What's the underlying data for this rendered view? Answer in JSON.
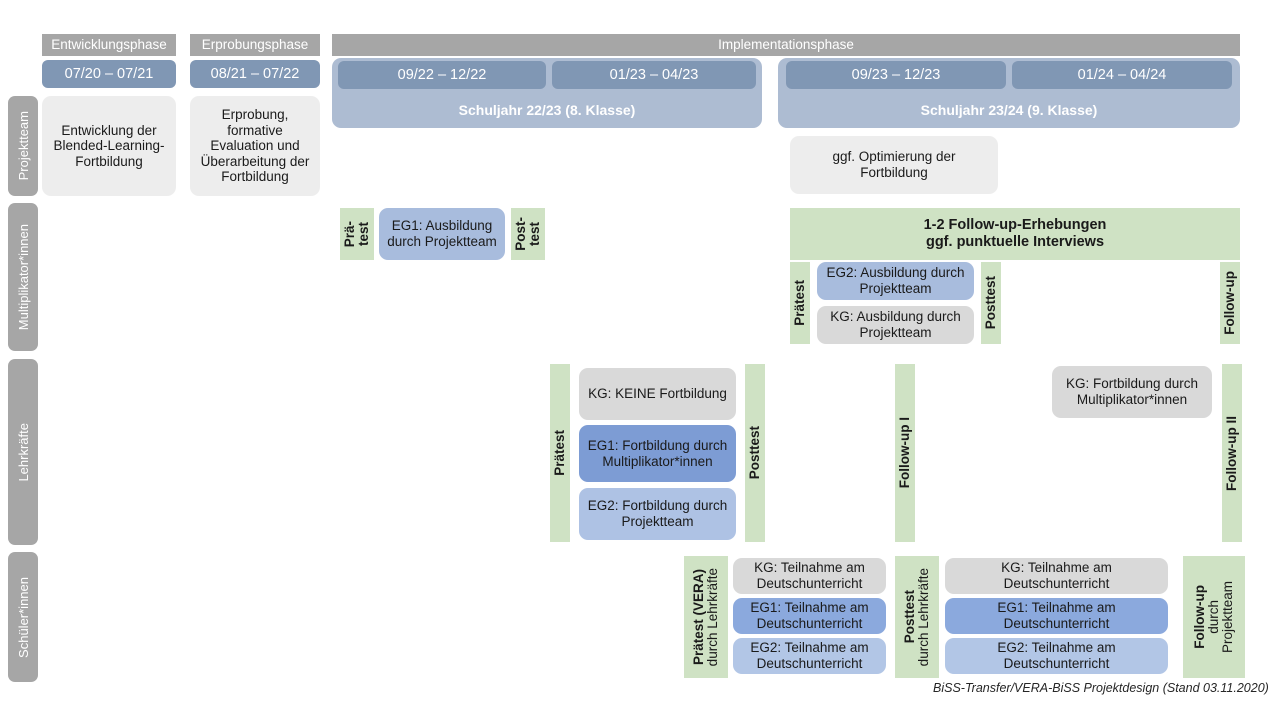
{
  "footer": {
    "caption": "BiSS-Transfer/VERA-BiSS Projektdesign (Stand 03.11.2020)"
  },
  "phases": [
    {
      "label": "Entwicklungsphase"
    },
    {
      "label": "Erprobungsphase"
    },
    {
      "label": "Implementationsphase"
    }
  ],
  "dates": [
    {
      "label": "07/20 – 07/21"
    },
    {
      "label": "08/21 – 07/22"
    },
    {
      "label": "09/22 – 12/22"
    },
    {
      "label": "01/23 – 04/23"
    },
    {
      "label": "09/23 – 12/23"
    },
    {
      "label": "01/24 – 04/24"
    }
  ],
  "school_years": [
    {
      "label": "Schuljahr 22/23 (8. Klasse)"
    },
    {
      "label": "Schuljahr 23/24 (9. Klasse)"
    }
  ],
  "rows": [
    {
      "label": "Projektteam"
    },
    {
      "label": "Multiplikator*innen"
    },
    {
      "label": "Lehrkräfte"
    },
    {
      "label": "Schüler*innen"
    }
  ],
  "projektteam": {
    "entwicklung": "Entwicklung der Blended-Learning-Fortbildung",
    "erprobung": "Erprobung, formative Evaluation und Überarbeitung der Fortbildung",
    "optimierung": "ggf. Optimierung der Fortbildung"
  },
  "multiplikatoren": {
    "praetest_line1": "Prä-",
    "praetest_line2": "test",
    "posttest_line1": "Post-",
    "posttest_line2": "test",
    "eg1": "EG1: Ausbildung durch Projektteam",
    "followup_band_line1": "1-2 Follow-up-Erhebungen",
    "followup_band_line2": "ggf. punktuelle Interviews",
    "praetest2": "Prätest",
    "posttest2": "Posttest",
    "eg2": "EG2: Ausbildung durch Projektteam",
    "kg": "KG: Ausbildung durch Projektteam",
    "followup": "Follow-up"
  },
  "lehrkraefte": {
    "praetest": "Prätest",
    "posttest": "Posttest",
    "kg_keine": "KG:  KEINE Fortbildung",
    "eg1": "EG1: Fortbildung durch Multiplikator*innen",
    "eg2": "EG2: Fortbildung durch Projektteam",
    "followup1": "Follow-up I",
    "followup2": "Follow-up II",
    "kg_fortbildung": "KG: Fortbildung durch Multiplikator*innen"
  },
  "schueler": {
    "praetest_main": "Prätest (VERA)",
    "praetest_sub": "durch Lehrkräfte",
    "posttest_main": "Posttest",
    "posttest_sub": "durch Lehrkräfte",
    "followup_main": "Follow-up",
    "followup_sub1": "durch",
    "followup_sub2": "Projektteam",
    "kg": "KG: Teilnahme am Deutschunterricht",
    "eg1": "EG1: Teilnahme am Deutschunterricht",
    "eg2": "EG2: Teilnahme am Deutschunterricht"
  },
  "colors": {
    "phase_grey": "#a6a6a6",
    "date_blue": "#8097b4",
    "year_blue": "#adbcd2",
    "green": "#cfe2c4",
    "grey_light": "#ededed",
    "grey": "#d9d9d9",
    "blue_dark": "#7d9cd4",
    "blue_mid": "#a8bcdd",
    "blue_light": "#aec2e4"
  }
}
